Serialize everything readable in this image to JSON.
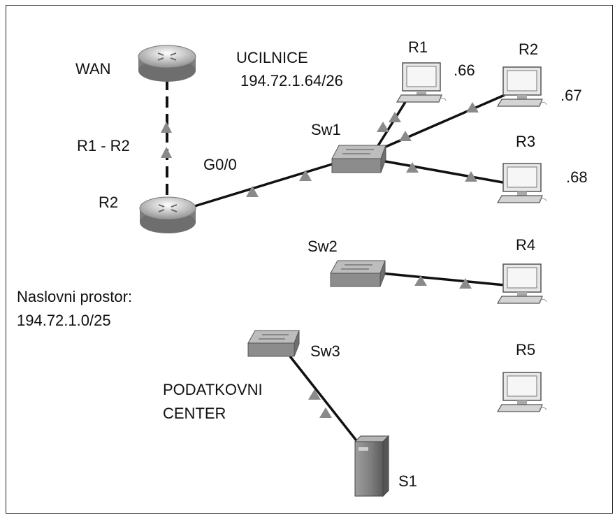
{
  "labels": {
    "wan": "WAN",
    "ucilnice": "UCILNICE",
    "ucilnice_net": "194.72.1.64/26",
    "r1_r2": "R1 - R2",
    "g00": "G0/0",
    "r2_router": "R2",
    "sw1": "Sw1",
    "sw2": "Sw2",
    "sw3": "Sw3",
    "pc_r1": "R1",
    "pc_r2": "R2",
    "pc_r3": "R3",
    "pc_r4": "R4",
    "pc_r5": "R5",
    "ip_66": ".66",
    "ip_67": ".67",
    "ip_68": ".68",
    "naslovni": "Naslovni prostor:",
    "naslovni_net": "194.72.1.0/25",
    "podatkovni": "PODATKOVNI",
    "center": "CENTER",
    "s1": "S1"
  },
  "colors": {
    "link": "#111111",
    "arrow": "#8a8a8a",
    "device_light": "#e4e4e4",
    "device_dark": "#7a7a7a"
  }
}
